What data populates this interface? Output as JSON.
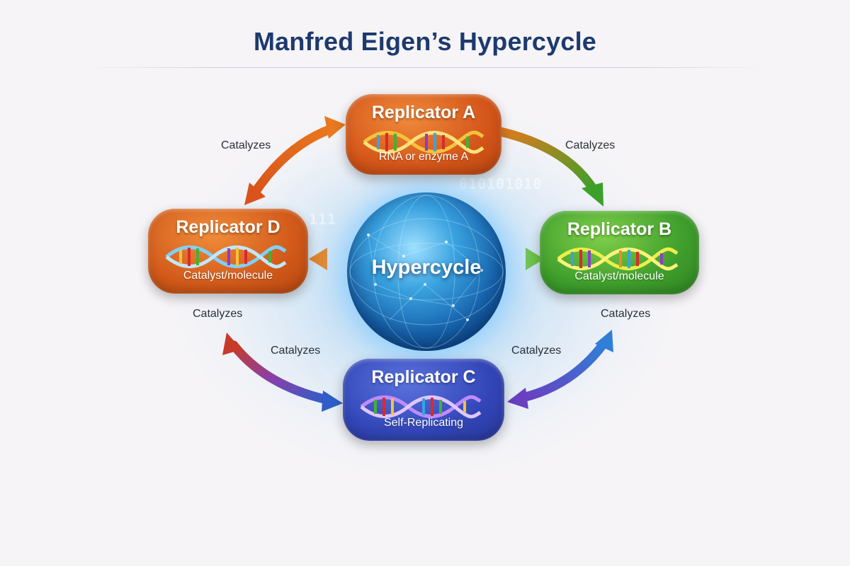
{
  "title": "Manfred Eigen’s Hypercycle",
  "center": {
    "label": "Hypercycle"
  },
  "nodes": {
    "a": {
      "title": "Replicator A",
      "subtitle": "RNA or enzyme A",
      "color": "#d4561a"
    },
    "b": {
      "title": "Replicator B",
      "subtitle": "Catalyst/molecule",
      "color": "#3f9e2c"
    },
    "c": {
      "title": "Replicator C",
      "subtitle": "Self-Replicating",
      "color": "#3346b8"
    },
    "d": {
      "title": "Replicator D",
      "subtitle": "Catalyst/molecule",
      "color": "#d25a1a"
    }
  },
  "edges": {
    "a_b": "Catalyzes",
    "d_a": "Catalyzes",
    "b_below": "Catalyzes",
    "d_below": "Catalyzes",
    "d_c": "Catalyzes",
    "b_c": "Catalyzes"
  },
  "decor": {
    "binary_top": "010101010",
    "binary_left": "111"
  }
}
